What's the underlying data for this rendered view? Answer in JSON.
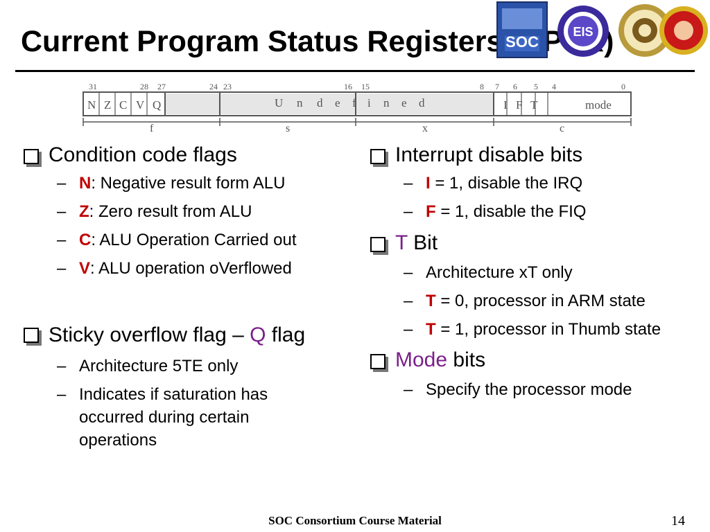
{
  "title": "Current Program Status Registers (CPSR)",
  "logos": [
    {
      "name": "soc-consortium-logo",
      "text": "SOC"
    },
    {
      "name": "eis-logo",
      "text": "EIS"
    },
    {
      "name": "university-seal-logo",
      "text": ""
    },
    {
      "name": "red-university-seal-logo",
      "text": ""
    }
  ],
  "register": {
    "bit_numbers": [
      "31",
      "28",
      "27",
      "24",
      "23",
      "16",
      "15",
      "8",
      "7",
      "6",
      "5",
      "4",
      "0"
    ],
    "flag_bits": [
      "N",
      "Z",
      "C",
      "V",
      "Q"
    ],
    "undefined_text": [
      "U",
      "n",
      "d",
      "e",
      "f",
      "i",
      "n",
      "e",
      "d"
    ],
    "control_bits": [
      "I",
      "F",
      "T"
    ],
    "mode_label": "mode",
    "field_labels": [
      "f",
      "s",
      "x",
      "c"
    ]
  },
  "left": {
    "sections": [
      {
        "heading": "Condition code flags",
        "items": [
          {
            "key": "N",
            "text": ": Negative result form ALU"
          },
          {
            "key": "Z",
            "text": ": Zero result from ALU"
          },
          {
            "key": "C",
            "text": ": ALU Operation Carried out"
          },
          {
            "key": "V",
            "text": ": ALU operation oVerflowed"
          }
        ]
      },
      {
        "heading_pre": "Sticky overflow flag – ",
        "heading_accent": "Q",
        "heading_post": " flag",
        "items": [
          {
            "text": "Architecture 5TE only"
          },
          {
            "text": "Indicates if saturation has occurred during certain operations"
          }
        ]
      }
    ]
  },
  "right": {
    "sections": [
      {
        "heading": "Interrupt disable bits",
        "items": [
          {
            "key": "I",
            "text": " = 1, disable the IRQ"
          },
          {
            "key": "F",
            "text": " = 1, disable the FIQ"
          }
        ]
      },
      {
        "heading_accent": "T",
        "heading_post": " Bit",
        "items": [
          {
            "text": "Architecture xT only"
          },
          {
            "key": "T",
            "text": " = 0, processor in ARM state"
          },
          {
            "key": "T",
            "text": " = 1, processor in Thumb state"
          }
        ]
      },
      {
        "heading_accent": "Mode",
        "heading_post": " bits",
        "items": [
          {
            "text": "Specify the processor mode"
          }
        ]
      }
    ]
  },
  "footer": "SOC Consortium Course Material",
  "page_number": "14",
  "colors": {
    "accent": "#7a1f8a",
    "key_red": "#c00000",
    "diagram_gray": "#555555"
  }
}
